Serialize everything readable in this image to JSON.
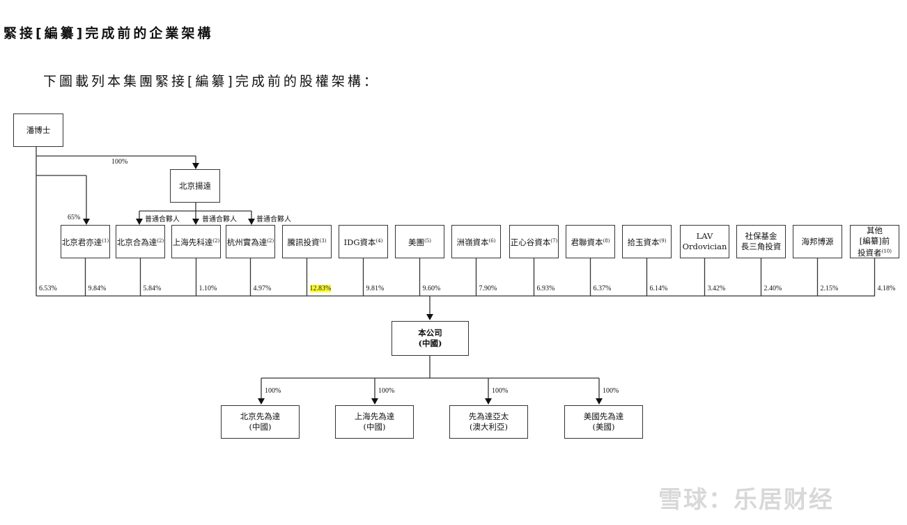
{
  "heading": "緊接[編纂]完成前的企業架構",
  "intro": "下圖載列本集團緊接[編纂]完成前的股權架構：",
  "founder": "潘博士",
  "founder_to_yangyuan_pct": "100%",
  "founder_to_junyida_pct": "65%",
  "yangyuan": "北京揚遠",
  "gp_label": "普通合夥人",
  "shareholders": [
    {
      "name": "北京君亦達",
      "note": "(1)",
      "pct": "9.84%"
    },
    {
      "name": "北京合為達",
      "note": "(2)",
      "pct": "5.84%"
    },
    {
      "name": "上海先科達",
      "note": "(2)",
      "pct": "1.10%"
    },
    {
      "name": "杭州實為達",
      "note": "(2)",
      "pct": "4.97%"
    },
    {
      "name": "騰訊投資",
      "note": "(3)",
      "pct": "12.83%",
      "highlight": true
    },
    {
      "name": "IDG資本",
      "note": "(4)",
      "pct": "9.81%"
    },
    {
      "name": "美團",
      "note": "(5)",
      "pct": "9.60%"
    },
    {
      "name": "洲嶺資本",
      "note": "(6)",
      "pct": "7.90%"
    },
    {
      "name": "正心谷資本",
      "note": "(7)",
      "pct": "6.93%"
    },
    {
      "name": "君聯資本",
      "note": "(8)",
      "pct": "6.37%"
    },
    {
      "name": "拾玉資本",
      "note": "(9)",
      "pct": "6.14%"
    },
    {
      "name": "LAV\nOrdovician",
      "note": "",
      "pct": "3.42%"
    },
    {
      "name": "社保基金\n長三角投資",
      "note": "",
      "pct": "2.40%"
    },
    {
      "name": "海邦博源",
      "note": "",
      "pct": "2.15%"
    },
    {
      "name": "其他\n[編纂]前\n投資者",
      "note": "(10)",
      "pct": "4.18%"
    }
  ],
  "founder_direct_pct": "6.53%",
  "company": "本公司\n(中國)",
  "subsidiaries": [
    {
      "name": "北京先為達\n(中國)",
      "pct": "100%"
    },
    {
      "name": "上海先為達\n(中國)",
      "pct": "100%"
    },
    {
      "name": "先為達亞太\n(澳大利亞)",
      "pct": "100%"
    },
    {
      "name": "美國先為達\n(美國)",
      "pct": "100%"
    }
  ],
  "watermark": "雪球：乐居财经"
}
